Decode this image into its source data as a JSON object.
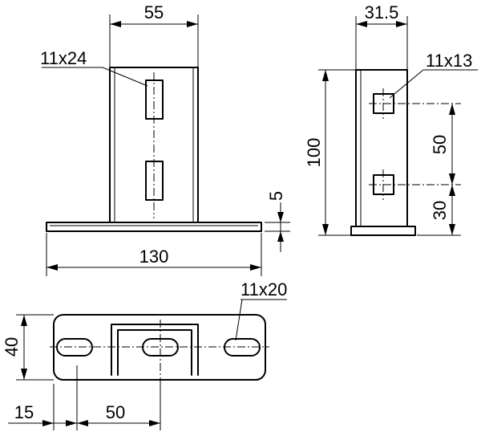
{
  "dimensions": {
    "front_top_width": "55",
    "front_slot_label": "11x24",
    "front_base_height": "5",
    "front_base_width": "130",
    "side_width": "31.5",
    "side_hole_label": "11x13",
    "side_height": "100",
    "side_hole_spacing": "50",
    "side_hole_offset": "30",
    "plan_depth": "40",
    "plan_slot_label": "11x20",
    "plan_edge_offset": "15",
    "plan_slot_spacing": "50"
  }
}
